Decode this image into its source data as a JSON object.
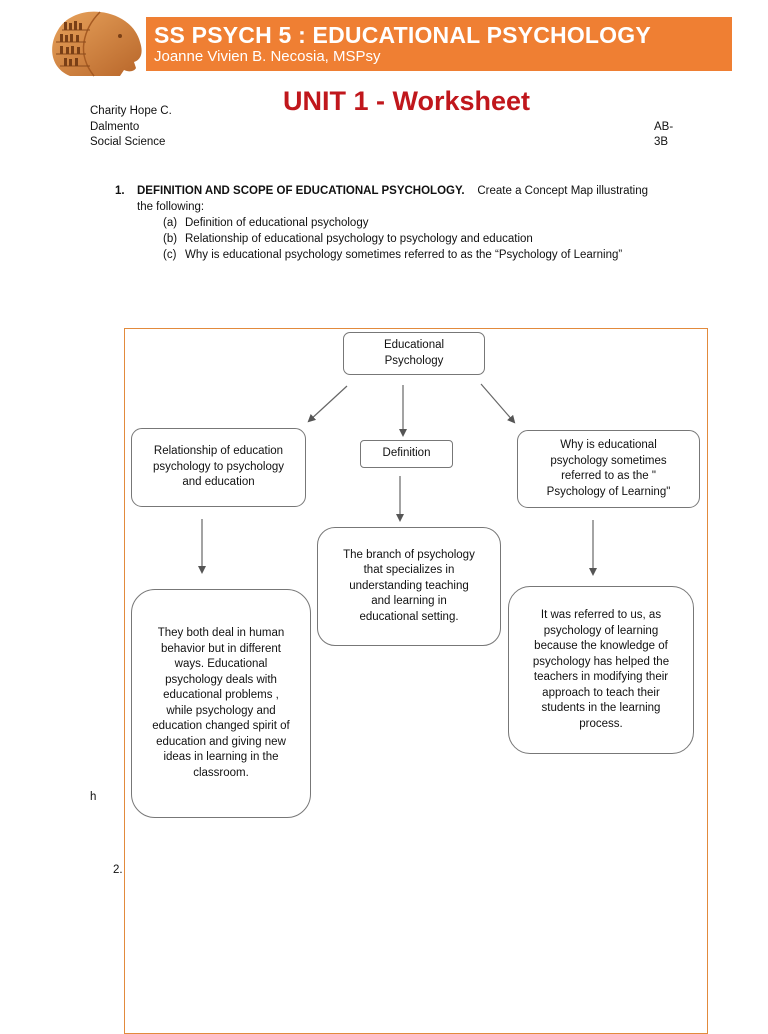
{
  "header": {
    "course_title": "SS PSYCH 5 : EDUCATIONAL PSYCHOLOGY",
    "instructor": "Joanne Vivien B. Necosia, MSPsy",
    "accent_color": "#ef7f33"
  },
  "worksheet": {
    "title": "UNIT 1 - Worksheet",
    "title_color": "#c0171c"
  },
  "student": {
    "name": "Charity Hope C.",
    "surname": "Dalmento",
    "program": "Social Science",
    "section_line1": "AB-",
    "section_line2": "3B"
  },
  "question1": {
    "number": "1.",
    "heading": "DEFINITION AND SCOPE OF EDUCATIONAL PSYCHOLOGY.",
    "instruction": "Create a Concept Map illustrating",
    "instruction_cont": "the following:",
    "items": [
      {
        "letter": "(a)",
        "text": "Definition of educational psychology"
      },
      {
        "letter": "(b)",
        "text": "Relationship of educational psychology to psychology and education"
      },
      {
        "letter": "(c)",
        "text": "Why is educational psychology sometimes referred to as the “Psychology of Learning”"
      }
    ]
  },
  "concept_map": {
    "root": "Educational Psychology",
    "relationship_label": "Relationship of education psychology to psychology and education",
    "definition_label": "Definition",
    "why_label": "Why is educational psychology sometimes referred to as the \" Psychology of Learning\"",
    "definition_answer": "The branch of psychology that specializes in understanding teaching and learning in educational setting.",
    "relationship_answer": "They both deal in human behavior but in different ways. Educational psychology deals with educational problems , while psychology and education changed spirit of education and giving new ideas in learning in the classroom.",
    "why_answer": "It was referred to us, as psychology of learning because the knowledge of psychology has helped the teachers in modifying their approach to teach their students in the learning process."
  },
  "stray": {
    "letter_h": "h",
    "question2_number": "2."
  }
}
